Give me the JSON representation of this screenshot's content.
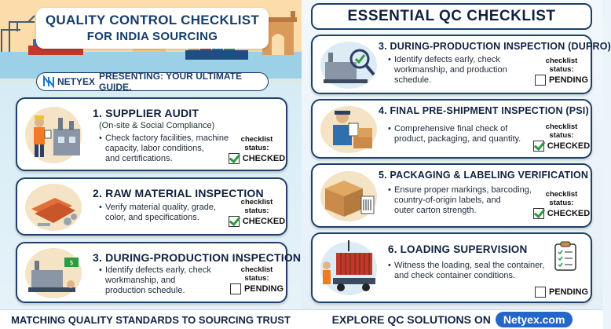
{
  "left": {
    "title_line1": "QUALITY CONTROL CHECKLIST",
    "title_line2": "FOR INDIA SOURCING",
    "brand_name": "NETYEX",
    "brand_tagline": "PRESENTING: YOUR ULTIMATE GUIDE.",
    "cards": [
      {
        "title": "1. SUPPLIER AUDIT",
        "subtitle": "(On-site & Social Compliance)",
        "bullet_lines": [
          "Check factory facilities, machine",
          "capacity, labor conditions,",
          "and certifications."
        ],
        "status_label_1": "checklist",
        "status_label_2": "status:",
        "status_value": "CHECKED"
      },
      {
        "title": "2. RAW MATERIAL INSPECTION",
        "bullet_lines": [
          "Verify material quality, grade,",
          "color, and specifications."
        ],
        "status_label_1": "checklist",
        "status_label_2": "status:",
        "status_value": "CHECKED"
      },
      {
        "title": "3. DURING-PRODUCTION INSPECTION",
        "bullet_lines": [
          "Identify defects early, check",
          "workmanship, and",
          "production schedule."
        ],
        "status_label_1": "checklist",
        "status_label_2": "status:",
        "status_value": "PENDING"
      }
    ]
  },
  "right": {
    "title": "ESSENTIAL QC CHECKLIST",
    "cards": [
      {
        "title": "3. DURING-PRODUCTION INSPECTION (DUPRO)",
        "bullet_lines": [
          "Identify defects early, check",
          "workmanship, and production",
          "schedule."
        ],
        "status_label_1": "checklist",
        "status_label_2": "status:",
        "status_value": "PENDING"
      },
      {
        "title": "4. FINAL PRE-SHIPMENT INSPECTION (PSI)",
        "bullet_lines": [
          "Comprehensive final check of",
          "product, packaging, and quantity."
        ],
        "status_label_1": "checklist",
        "status_label_2": "status:",
        "status_value": "CHECKED"
      },
      {
        "title": "5. PACKAGING & LABELING VERIFICATION",
        "bullet_lines": [
          "Ensure proper markings, barcoding,",
          "country-of-origin labels, and",
          "outer carton strength."
        ],
        "status_label_1": "checklist",
        "status_label_2": "status:",
        "status_value": "CHECKED"
      },
      {
        "title": "6. LOADING SUPERVISION",
        "bullet_lines": [
          "Witness the loading, seal the container,",
          "and check container conditions."
        ],
        "status_value": "PENDING"
      }
    ]
  },
  "footer": {
    "left_text": "MATCHING QUALITY STANDARDS TO SOURCING TRUST",
    "right_text": "EXPLORE QC SOLUTIONS ON",
    "right_link": "Netyex.com"
  },
  "colors": {
    "navy": "#1d3f6a",
    "check_green": "#2e9b3e",
    "link_blue": "#2566c9",
    "title_blue": "#173d6c"
  },
  "icons": [
    "netyex-logo-icon",
    "checkbox-checked-icon",
    "checkbox-empty-icon"
  ]
}
